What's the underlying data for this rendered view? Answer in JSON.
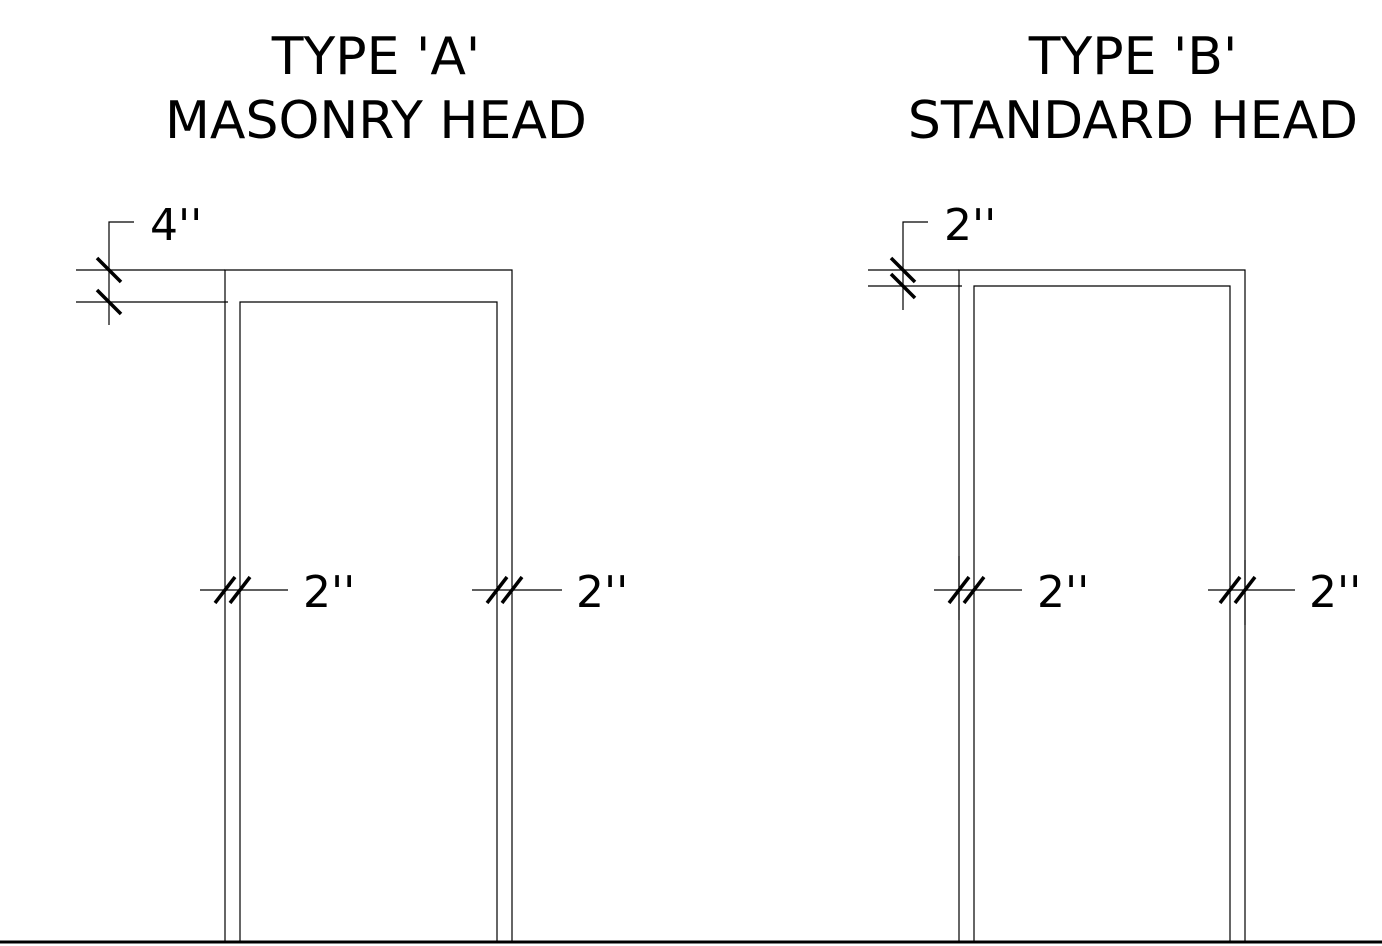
{
  "frame_a": {
    "title_line1": "TYPE 'A'",
    "title_line2": "MASONRY HEAD",
    "head_dim": "4''",
    "left_jamb_dim": "2''",
    "right_jamb_dim": "2''"
  },
  "frame_b": {
    "title_line1": "TYPE 'B'",
    "title_line2": "STANDARD HEAD",
    "head_dim": "2''",
    "left_jamb_dim": "2''",
    "right_jamb_dim": "2''"
  },
  "colors": {
    "line": "#000000",
    "background": "#ffffff"
  }
}
